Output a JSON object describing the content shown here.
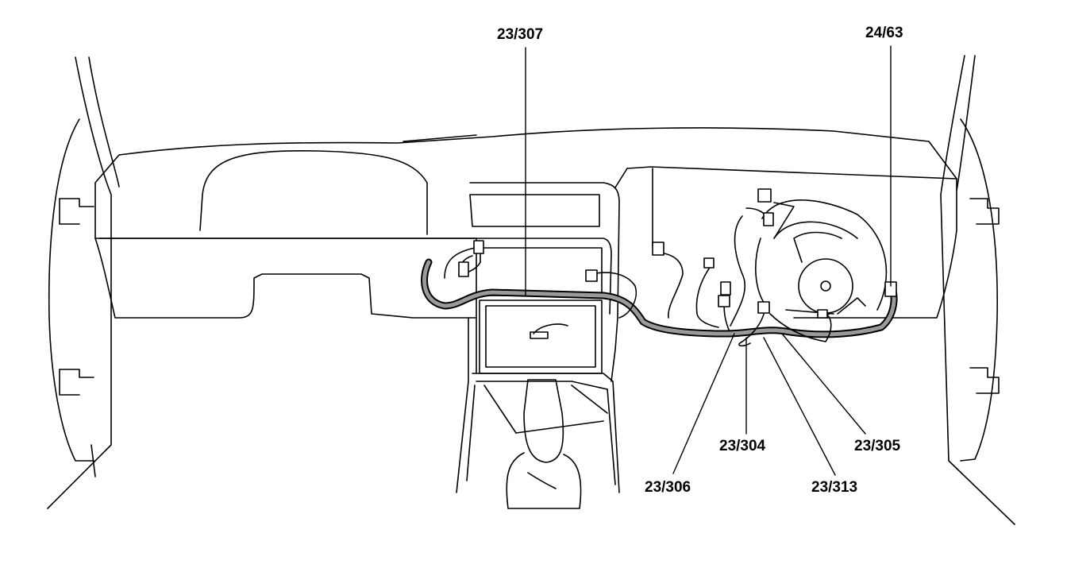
{
  "callouts": {
    "c307": "23/307",
    "c2463": "24/63",
    "c304": "23/304",
    "c305": "23/305",
    "c306": "23/306",
    "c313": "23/313"
  },
  "colors": {
    "line": "#000000",
    "harness_fill": "#9a9a9a",
    "background": "#ffffff"
  }
}
